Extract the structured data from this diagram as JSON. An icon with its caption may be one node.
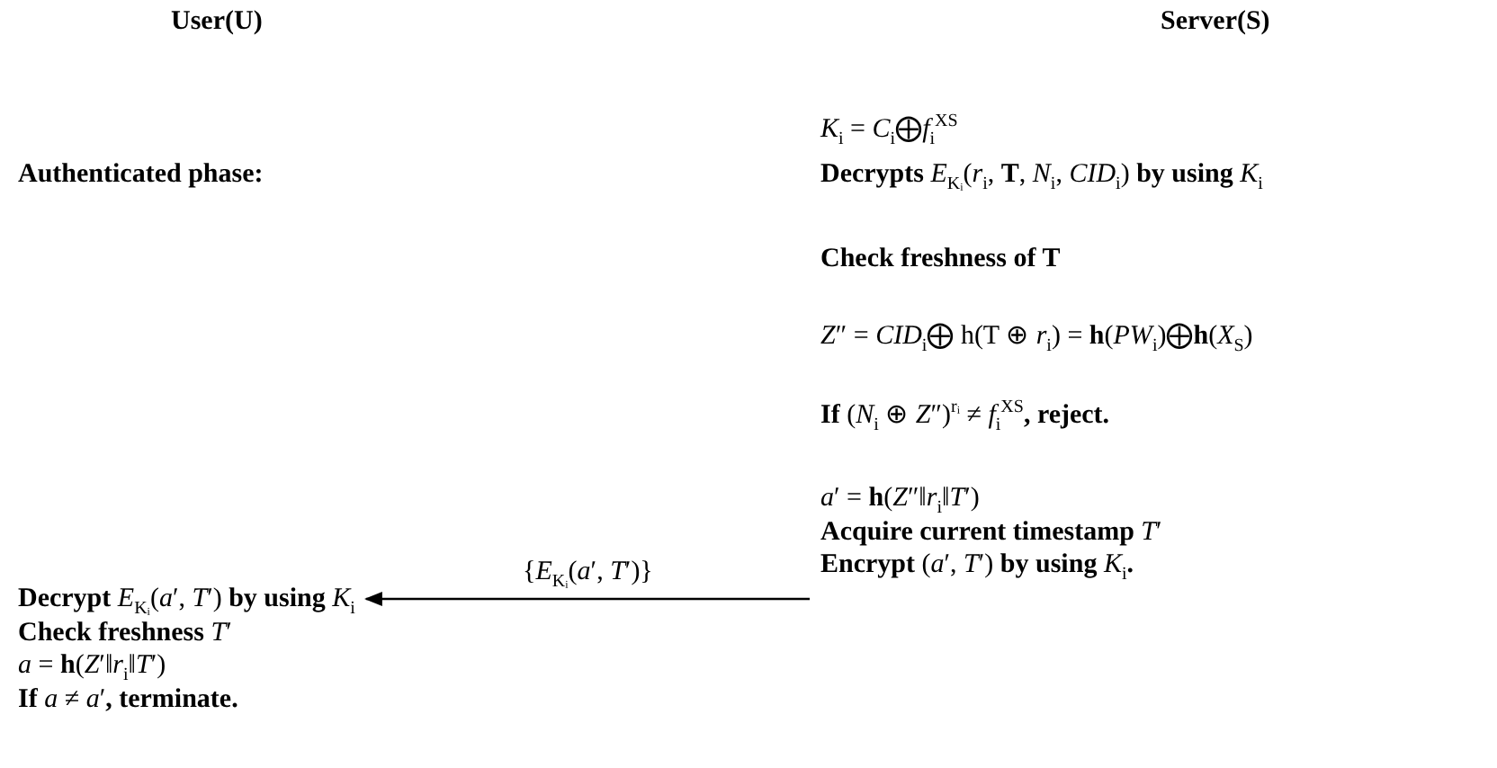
{
  "diagram": {
    "nodes": [
      {
        "text": [
          "*a*′ = **h**(*Z*″‖*r*$_{i}$‖*T*′)",
          "**Acquire current timestamp** *T*′",
          "**Encrypt** (*a*′, *T*′) **by using** *K*$_{i}$**.**"
        ]
      },
      {
        "text": [
          "**Decrypt** *E*$_{Kᵢ}$(*a*′, *T*′) **by using** *K*$_{i}$",
          "**Check freshness** *T*′",
          "*a* = **h**(*Z*′‖*r*$_{i}$‖*T*′)",
          "**If** *a* ≠ *a*′**, terminate.**"
        ]
      }
    ],
    "edges": [
      {
        "from": 0,
        "to": 1,
        "arrow": "to",
        "label": "{*E*$_{Kᵢ}$(*a*′, *T*′)}"
      }
    ],
    "labels": [
      "User(U)",
      "Server(S)",
      "Authenticated phase:",
      "*K*$_{i}$ = *C*$_{i}$⨁*f*$_{i}$$^{XS}$",
      "**Decrypts** *E*$_{Kᵢ}$(*r*$_{i}$, **T**, *N*$_{i}$, *CID*$_{i}$) **by using** *K*$_{i}$",
      "Check freshness of  T",
      "*Z*″ = *CID*$_{i}$⨁ h(T ⊕ *r*$_{i}$) = **h**(*PW*$_{i}$)⨁**h**(*X*$_{S}$)",
      "**If** (*N*$_{i}$ ⊕ *Z*″)$^{rᵢ}$ ≠ *f*$_{i}$$^{XS}$**, reject.**"
    ]
  }
}
